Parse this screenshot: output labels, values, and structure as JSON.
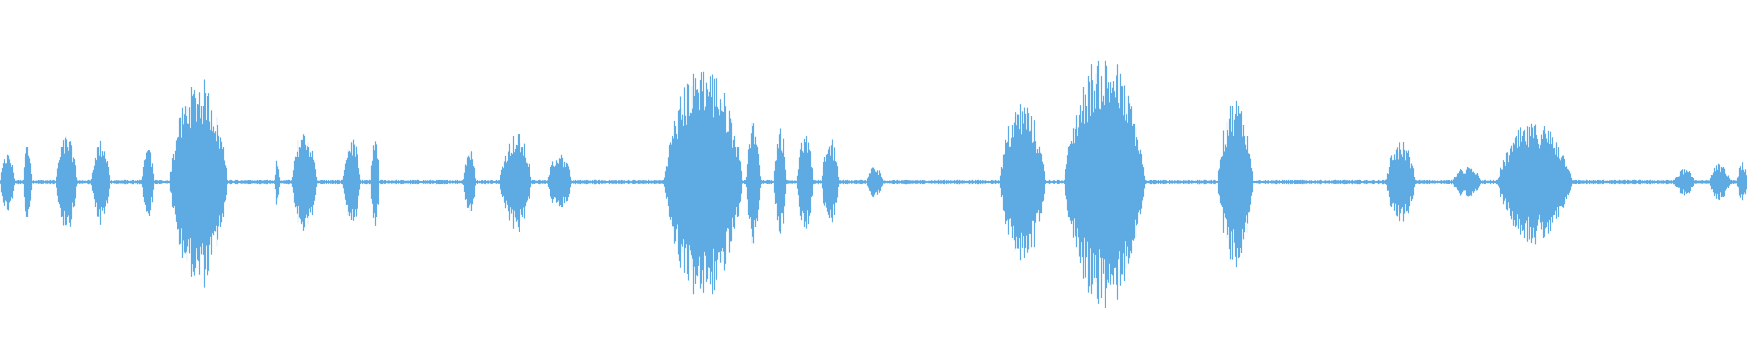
{
  "waveform": {
    "color": "#5eabe3",
    "background": "#ffffff",
    "baseline_amplitude": 0.012,
    "segments": [
      {
        "start": 0.0,
        "end": 0.008,
        "peak": 0.18
      },
      {
        "start": 0.013,
        "end": 0.018,
        "peak": 0.24
      },
      {
        "start": 0.032,
        "end": 0.044,
        "peak": 0.28
      },
      {
        "start": 0.052,
        "end": 0.063,
        "peak": 0.25
      },
      {
        "start": 0.081,
        "end": 0.088,
        "peak": 0.21
      },
      {
        "start": 0.097,
        "end": 0.13,
        "peak": 0.62
      },
      {
        "start": 0.157,
        "end": 0.16,
        "peak": 0.17
      },
      {
        "start": 0.167,
        "end": 0.181,
        "peak": 0.32
      },
      {
        "start": 0.196,
        "end": 0.206,
        "peak": 0.27
      },
      {
        "start": 0.212,
        "end": 0.217,
        "peak": 0.26
      },
      {
        "start": 0.265,
        "end": 0.272,
        "peak": 0.21
      },
      {
        "start": 0.286,
        "end": 0.304,
        "peak": 0.3
      },
      {
        "start": 0.313,
        "end": 0.327,
        "peak": 0.17
      },
      {
        "start": 0.38,
        "end": 0.425,
        "peak": 0.72
      },
      {
        "start": 0.427,
        "end": 0.435,
        "peak": 0.38
      },
      {
        "start": 0.443,
        "end": 0.45,
        "peak": 0.34
      },
      {
        "start": 0.456,
        "end": 0.465,
        "peak": 0.3
      },
      {
        "start": 0.47,
        "end": 0.48,
        "peak": 0.26
      },
      {
        "start": 0.496,
        "end": 0.505,
        "peak": 0.1
      },
      {
        "start": 0.572,
        "end": 0.598,
        "peak": 0.48
      },
      {
        "start": 0.609,
        "end": 0.655,
        "peak": 0.76
      },
      {
        "start": 0.697,
        "end": 0.717,
        "peak": 0.51
      },
      {
        "start": 0.793,
        "end": 0.81,
        "peak": 0.24
      },
      {
        "start": 0.831,
        "end": 0.848,
        "peak": 0.09
      },
      {
        "start": 0.857,
        "end": 0.9,
        "peak": 0.36
      },
      {
        "start": 0.958,
        "end": 0.97,
        "peak": 0.08
      },
      {
        "start": 0.978,
        "end": 0.99,
        "peak": 0.11
      },
      {
        "start": 0.994,
        "end": 1.0,
        "peak": 0.12
      }
    ]
  }
}
